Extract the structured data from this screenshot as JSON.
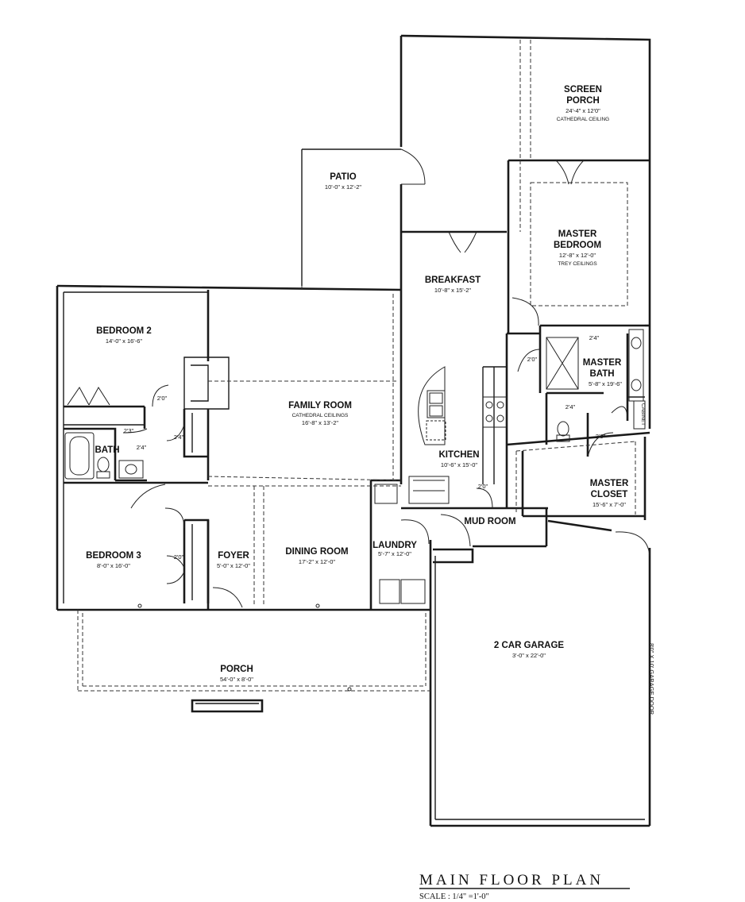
{
  "title": "MAIN FLOOR PLAN",
  "scale": "SCALE : 1/4\" =1'-0\"",
  "rooms": {
    "screen_porch": {
      "name1": "SCREEN",
      "name2": "PORCH",
      "dim": "24'-4\" x 12'0\"",
      "note": "CATHEDRAL CEILING"
    },
    "patio": {
      "name": "PATIO",
      "dim": "10'-0\" x 12'-2\""
    },
    "master_bedroom": {
      "name1": "MASTER",
      "name2": "BEDROOM",
      "dim": "12'-8\" x 12'-0\"",
      "note": "TREY CEILINGS"
    },
    "breakfast": {
      "name": "BREAKFAST",
      "dim": "10'-8\" x 15'-2\""
    },
    "bedroom2": {
      "name": "BEDROOM 2",
      "dim": "14'-0\" x 16'-6\""
    },
    "family_room": {
      "name": "FAMILY ROOM",
      "note": "CATHEDRAL CEILINGS",
      "dim": "16'-8\" x 13'-2\""
    },
    "master_bath": {
      "name1": "MASTER",
      "name2": "BATH",
      "dim": "5'-8\" x 19'-6\""
    },
    "bath": {
      "name": "BATH"
    },
    "kitchen": {
      "name": "KITCHEN",
      "dim": "10'-6\" x 15'-0\""
    },
    "master_closet": {
      "name1": "MASTER",
      "name2": "CLOSET",
      "dim": "15'-6\" x 7'-0\""
    },
    "mud_room": {
      "name": "MUD ROOM"
    },
    "bedroom3": {
      "name": "BEDROOM 3",
      "dim": "8'-0\" x 16'-0\""
    },
    "foyer": {
      "name": "FOYER",
      "dim": "5'-0\" x 12'-0\""
    },
    "dining_room": {
      "name": "DINING ROOM",
      "dim": "17'-2\" x 12'-0\""
    },
    "laundry": {
      "name": "LAUNDRY",
      "dim": "5'-7\" x 12'-0\""
    },
    "garage": {
      "name": "2 CAR GARAGE",
      "dim": "3'-0\" x 22'-0\""
    },
    "porch": {
      "name": "PORCH",
      "dim": "54'-0\" x 8'-0\""
    }
  },
  "labels": {
    "door_2_0_bed2": "2'0\"",
    "closet_2_4_bed2": "2'4\"",
    "bath_2_3": "2'3\"",
    "bath_2_4": "2'4\"",
    "closet_2_0_bed3": "2'0\"",
    "kitchen_2_0_top": "2'0\"",
    "kitchen_2_0_bottom": "2'0\"",
    "master_2_4_top": "2'4\"",
    "master_2_4_mid": "2'4\"",
    "master_2_0": "2'0\"",
    "cabinet": "CABINET",
    "garage_door": "8'0\" X 10' GARAGE DOOR"
  }
}
